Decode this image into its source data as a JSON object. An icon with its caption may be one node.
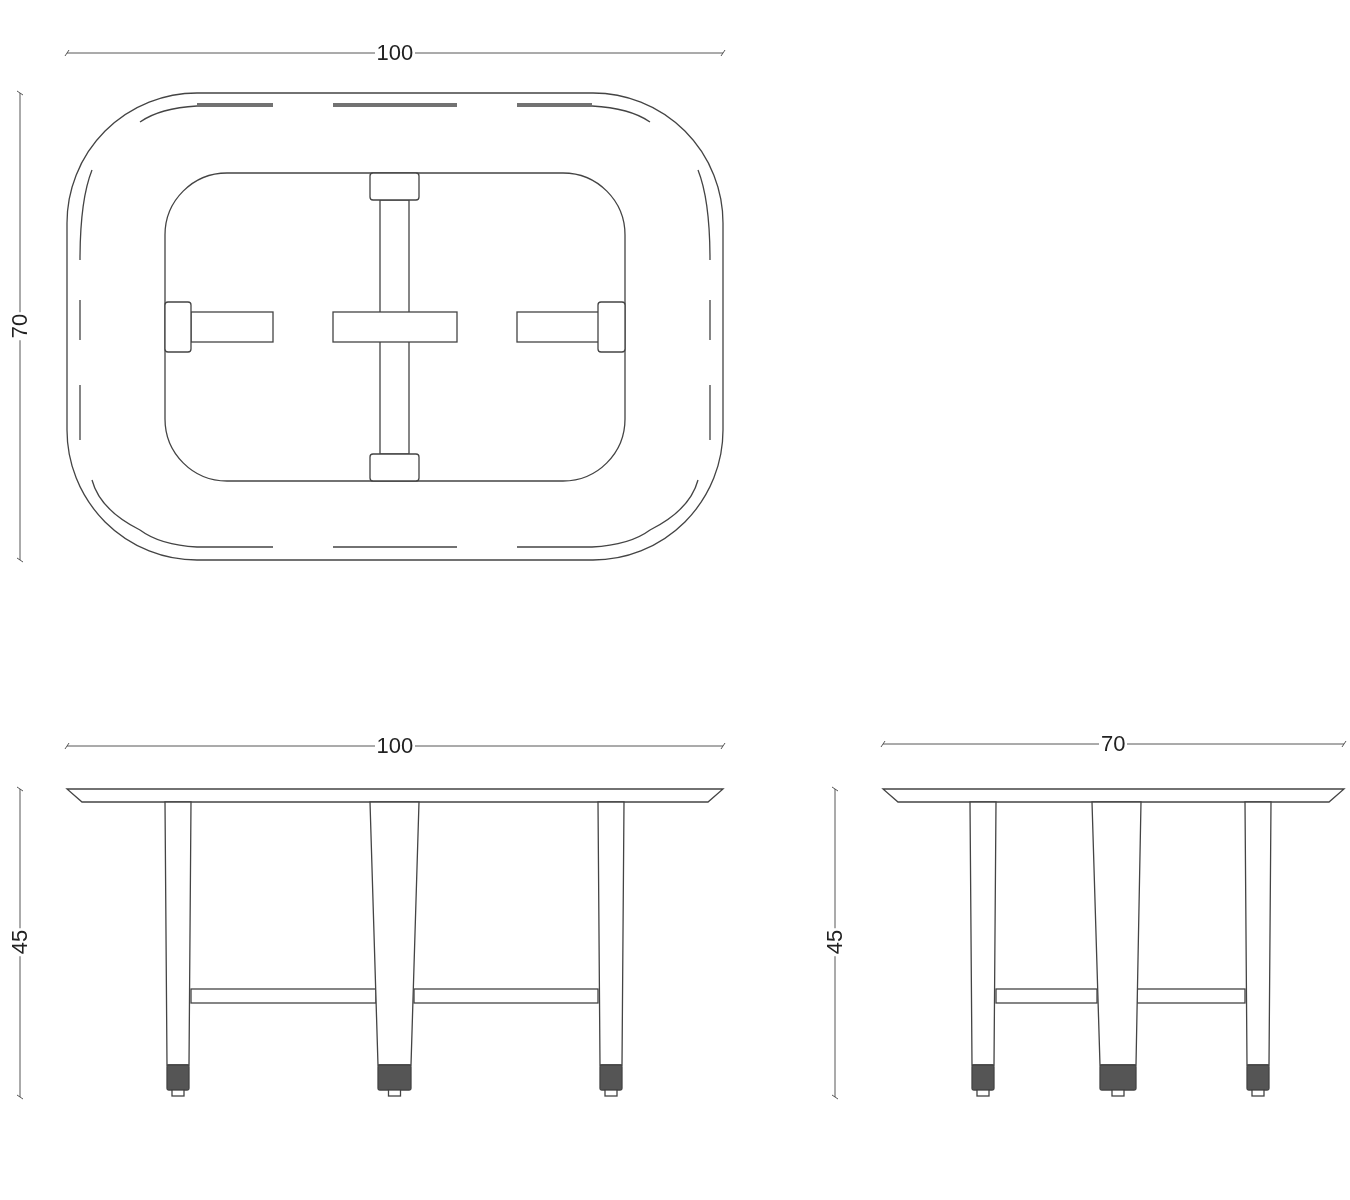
{
  "diagram": {
    "labels": [
      "100",
      "70",
      "100",
      "70",
      "45",
      "45"
    ]
  }
}
